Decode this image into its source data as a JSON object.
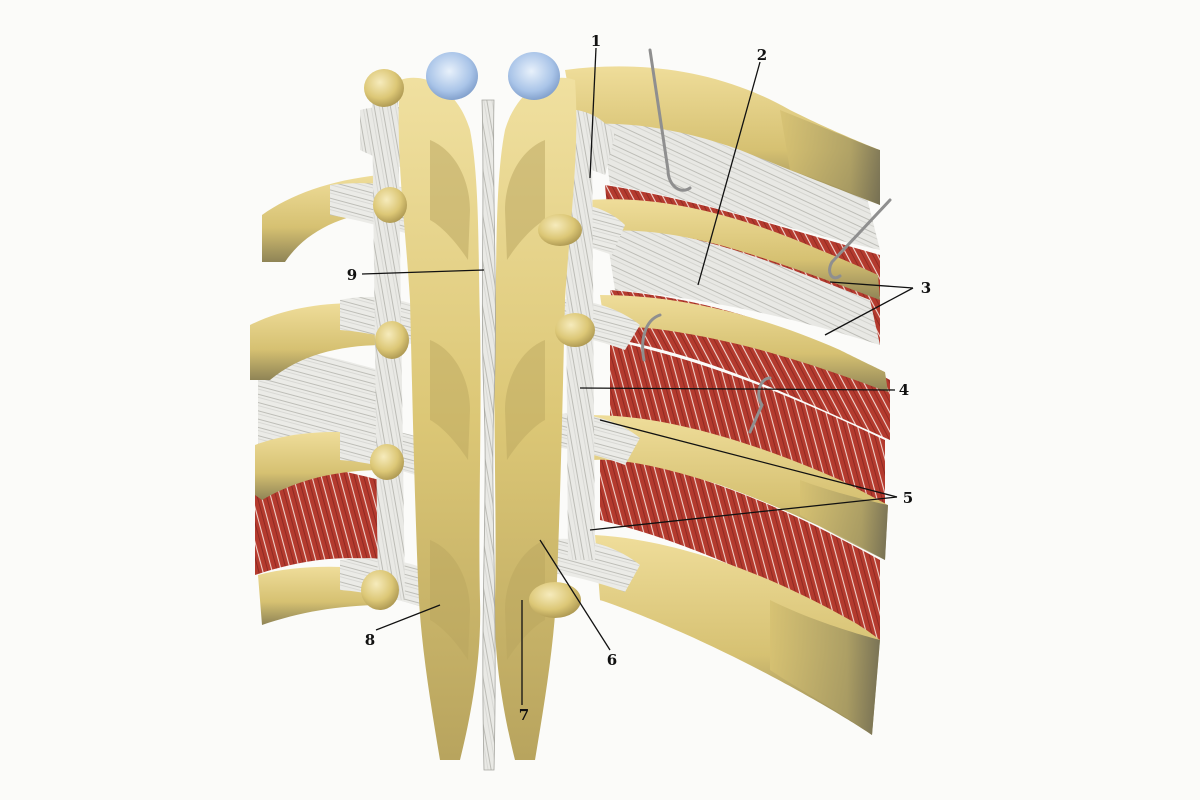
{
  "colors": {
    "background": "#fbfbf9",
    "bone": "#e3cf82",
    "bone_shadow": "#8b7d4e",
    "ligament": "#e6e6e2",
    "ligament_shadow": "#b4b4ae",
    "muscle": "#b23a2f",
    "cartilage": "#a9c4e8",
    "probe": "#9a9a9a",
    "label": "#111111"
  },
  "callouts": [
    {
      "id": "1",
      "text": "1"
    },
    {
      "id": "2",
      "text": "2"
    },
    {
      "id": "3",
      "text": "3"
    },
    {
      "id": "4",
      "text": "4"
    },
    {
      "id": "5",
      "text": "5"
    },
    {
      "id": "6",
      "text": "6"
    },
    {
      "id": "7",
      "text": "7"
    },
    {
      "id": "8",
      "text": "8"
    },
    {
      "id": "9",
      "text": "9"
    }
  ]
}
